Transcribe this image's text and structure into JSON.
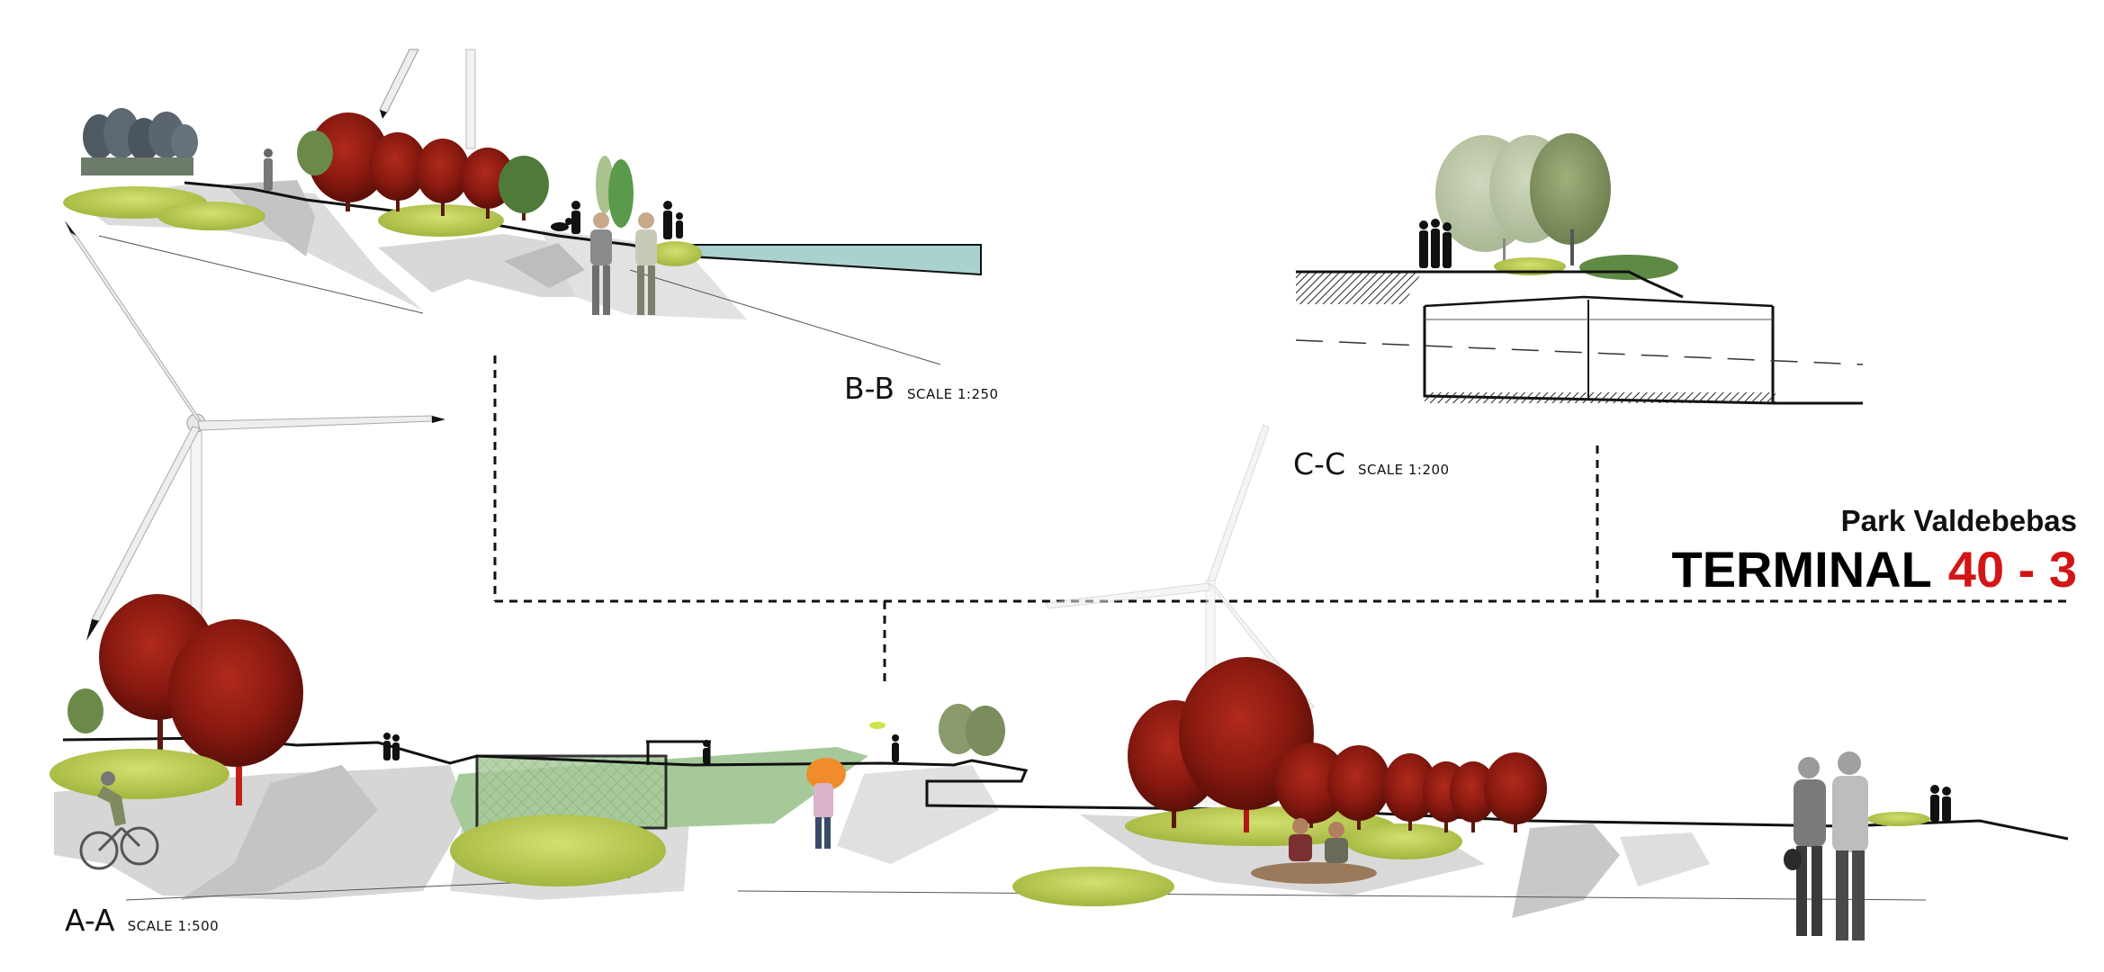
{
  "sections": {
    "bb": {
      "code": "B-B",
      "scale": "SCALE 1:250"
    },
    "cc": {
      "code": "C-C",
      "scale": "SCALE 1:200"
    },
    "aa": {
      "code": "A-A",
      "scale": "SCALE 1:500"
    }
  },
  "title": {
    "project": "Park Valdebebas",
    "main": "TERMINAL",
    "number": "40 - 3"
  },
  "colors": {
    "accent_red": "#d21616",
    "tree_red": "#8e1b12",
    "shrub_yellow_green": "#b9cc4a",
    "water": "#a9d2cf",
    "field_green": "#a6c99a",
    "ground_gray": "#d4d4d4"
  },
  "icons": [
    "wind-turbine-icon",
    "tree-icon",
    "person-icon",
    "cyclist-icon",
    "soccer-goal-icon",
    "dog-icon"
  ]
}
